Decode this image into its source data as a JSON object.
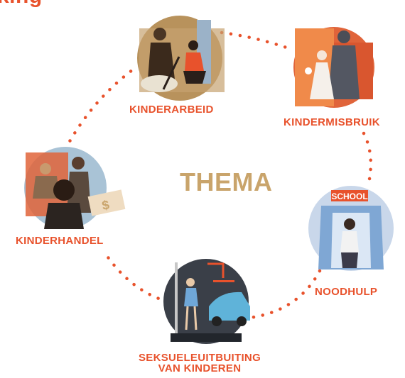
{
  "heading": "king",
  "center_title": "THEMA",
  "nodes": [
    {
      "label": "KINDERARBEID",
      "icon": "child-labor-illustration"
    },
    {
      "label": "KINDERMISBRUIK",
      "icon": "child-abuse-illustration"
    },
    {
      "label": "NOODHULP",
      "icon": "emergency-aid-illustration",
      "badge": "SCHOOL"
    },
    {
      "label_line1": "SEKSUELEUITBUITING",
      "label_line2": "VAN KINDEREN",
      "icon": "sexual-exploitation-illustration"
    },
    {
      "label": "KINDERHANDEL",
      "icon": "child-trafficking-illustration",
      "badge": "$"
    }
  ],
  "colors": {
    "accent": "#e8522c",
    "center": "#c9a46b",
    "dots": "#e8522c"
  }
}
